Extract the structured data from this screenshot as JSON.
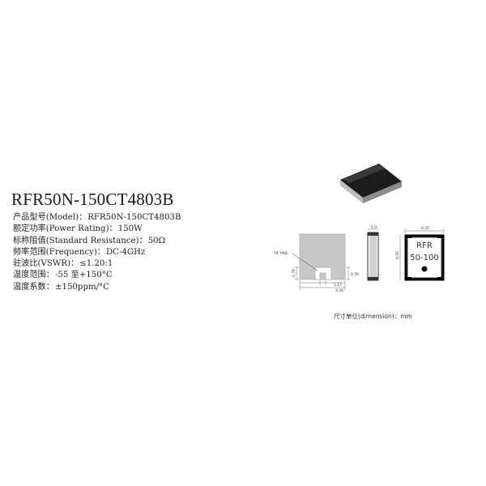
{
  "product": {
    "title": "RFR50N-150CT4803B"
  },
  "specs": [
    {
      "label": "产品型号(Model)：",
      "value": "RFR50N-150CT4803B"
    },
    {
      "label": "额定功率(Power Rating)：",
      "value": "150W"
    },
    {
      "label": "标称阻值(Standard Resistance)：",
      "value": "50Ω"
    },
    {
      "label": "频率范围(Frequency)：",
      "value": "DC-4GHz"
    },
    {
      "label": "驻波比(VSWR)：",
      "value": "≤1.20:1"
    },
    {
      "label": "温度范围：",
      "value": "-55 至+150°C"
    },
    {
      "label": "温度系数：",
      "value": "±150ppm/°C"
    }
  ],
  "drawing": {
    "pad_label": "RF PAD",
    "dim_pad_height": "0.76",
    "dim_left_height": "0.76",
    "dim_pad_offset": "1.27",
    "dim_length": "3.36",
    "dim_thickness": "1.0",
    "dim_top_width": "6.35",
    "dim_top_height": "6.35",
    "marking_line1": "RFR",
    "marking_line2": "50-100",
    "unit_note": "尺寸单位(dimension)：mm"
  }
}
